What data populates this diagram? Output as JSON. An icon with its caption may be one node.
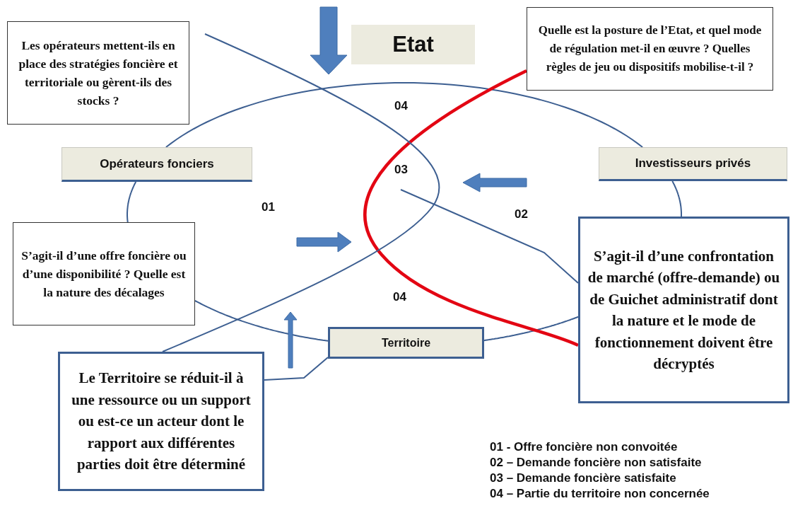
{
  "diagram": {
    "nodes": [
      {
        "text": [
          "Etat"
        ]
      },
      {
        "text": [
          "Opérateurs fonciers"
        ]
      },
      {
        "text": [
          "Investisseurs privés"
        ]
      },
      {
        "text": [
          "Territoire"
        ]
      },
      {
        "text": [
          "Les opérateurs mettent-ils en place des stratégies foncière et territoriale ou gèrent-ils des stocks ?"
        ]
      },
      {
        "text": [
          "Quelle est la posture de l’Etat, et quel mode de régulation met-il en œuvre ? Quelles règles de jeu ou dispositifs mobilise-t-il ?"
        ]
      },
      {
        "text": [
          "S’agit-il d’une offre foncière ou d’une disponibilité ? Quelle est la nature des décalages"
        ]
      },
      {
        "text": [
          "Le Territoire se réduit-il à une ressource ou un support ou est-ce un acteur dont le rapport aux différentes parties doit être déterminé"
        ]
      },
      {
        "text": [
          "S’agit-il d’une confrontation de marché (offre-demande) ou de Guichet administratif dont la nature et le mode de fonctionnement doivent être décryptés"
        ]
      }
    ],
    "edges": [
      {
        "from": 1,
        "to": 2,
        "arrow": "none"
      },
      {
        "from": 1,
        "to": 6,
        "arrow": "none"
      },
      {
        "from": 2,
        "to": 8,
        "arrow": "none"
      },
      {
        "from": 6,
        "to": 3,
        "arrow": "none"
      },
      {
        "from": 3,
        "to": 8,
        "arrow": "none"
      },
      {
        "from": 5,
        "to": 8,
        "arrow": "none",
        "style": "thick",
        "color": "#e30613"
      },
      {
        "from": null,
        "to": 7,
        "arrow": "none"
      },
      {
        "from": null,
        "to": 8,
        "arrow": "none"
      },
      {
        "from": 7,
        "to": 3,
        "arrow": "none"
      }
    ],
    "labels": [
      "04",
      "03",
      "01",
      "02",
      "04",
      "01 - Offre foncière non convoitée",
      "02 – Demande foncière non satisfaite",
      "03 – Demande foncière satisfaite",
      "04 – Partie du territoire non concernée"
    ]
  }
}
